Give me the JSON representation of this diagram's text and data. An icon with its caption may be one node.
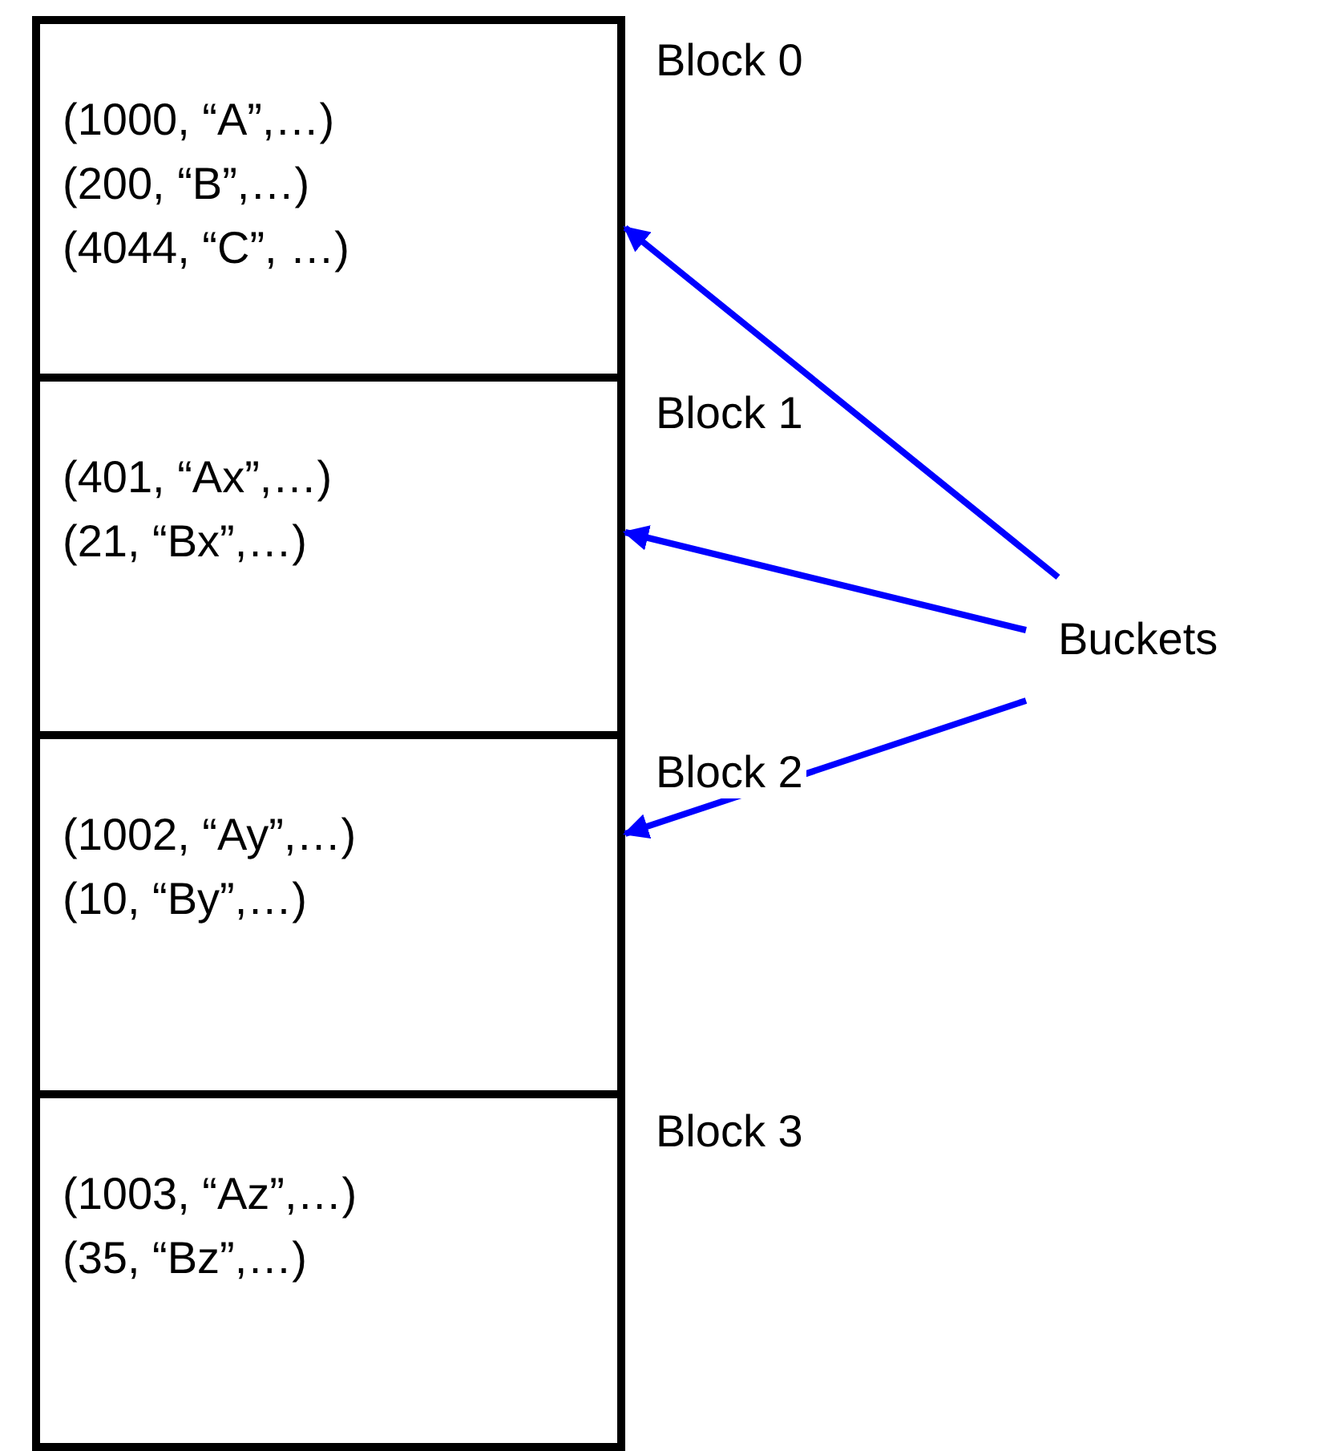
{
  "diagram": {
    "nodes": [
      {
        "text": [
          "(1000, “A”,…)",
          "(200, “B”,…)",
          "(4044, “C”, …)"
        ],
        "beside": [
          "Block 0"
        ]
      },
      {
        "text": [
          "(401, “Ax”,…)",
          "(21, “Bx”,…)"
        ],
        "beside": [
          "Block 1"
        ]
      },
      {
        "text": [
          "(1002, “Ay”,…)",
          "(10, “By”,…)"
        ],
        "beside": [
          "Block 2"
        ]
      },
      {
        "text": [
          "(1003, “Az”,…)",
          "(35, “Bz”,…)"
        ],
        "beside": [
          "Block 3"
        ]
      },
      {
        "text": [
          "Buckets"
        ]
      }
    ],
    "edges": [
      {
        "from": 4,
        "to": 0,
        "arrow": "to"
      },
      {
        "from": 4,
        "to": 1,
        "arrow": "to"
      },
      {
        "from": 4,
        "to": 2,
        "arrow": "to"
      }
    ]
  }
}
